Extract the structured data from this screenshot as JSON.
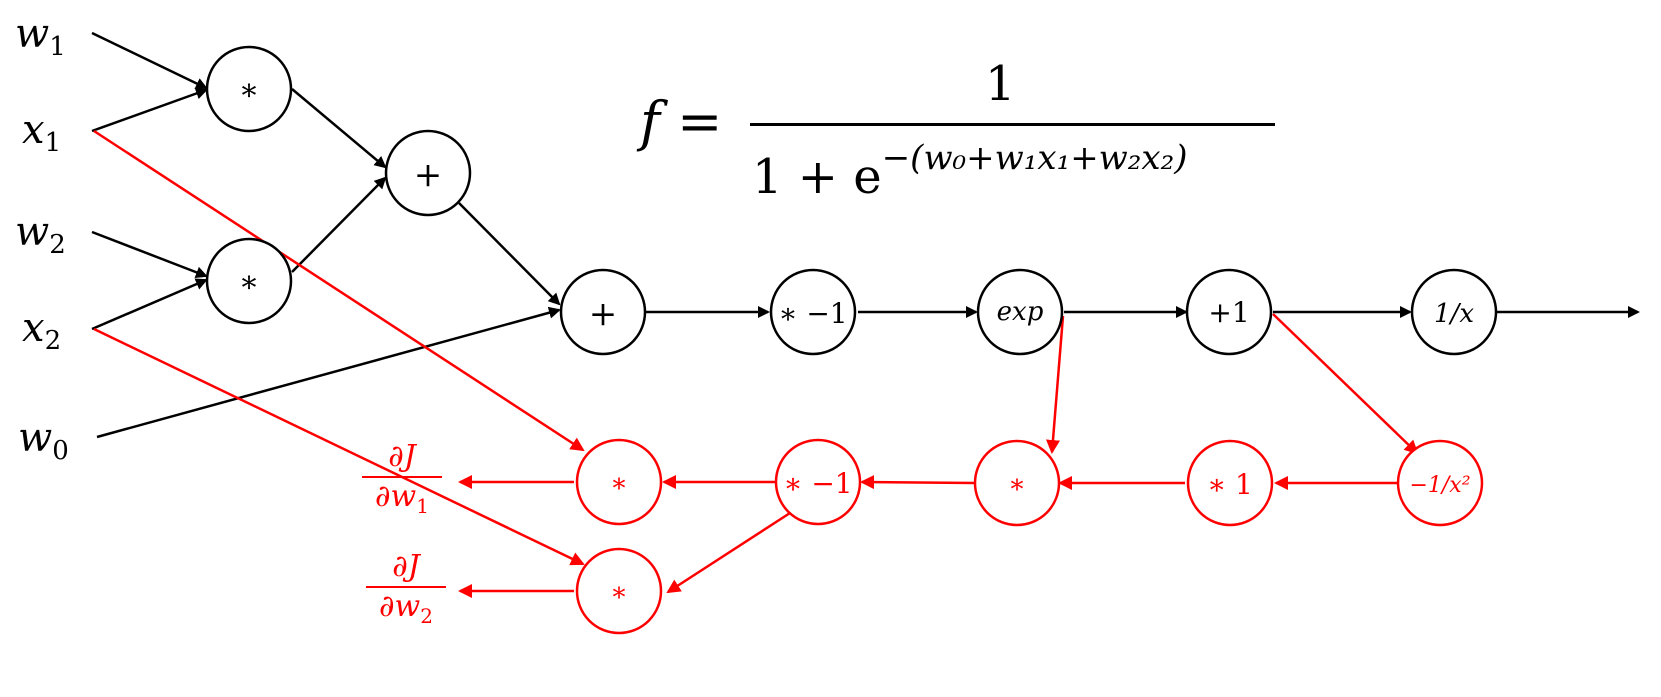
{
  "inputs": {
    "w1": {
      "var": "w",
      "sub": "1"
    },
    "x1": {
      "var": "x",
      "sub": "1"
    },
    "w2": {
      "var": "w",
      "sub": "2"
    },
    "x2": {
      "var": "x",
      "sub": "2"
    },
    "w0": {
      "var": "w",
      "sub": "0"
    }
  },
  "formula": {
    "lhs": "f",
    "equals": "=",
    "numerator": "1",
    "denominator_base": "1 + e",
    "exponent": "−(w₀+w₁x₁+w₂x₂)"
  },
  "forward_nodes": {
    "mul1": "*",
    "mul2": "*",
    "add1": "+",
    "add2": "+",
    "neg": "∗ −1",
    "exp": "exp",
    "plus1": "+1",
    "recip": "1/x"
  },
  "backward_nodes": {
    "inv_sq": "−1/x²",
    "times1": "∗ 1",
    "mul_b": "*",
    "neg_b": "∗ −1",
    "mul_w1": "*",
    "mul_w2": "*"
  },
  "gradients": {
    "dw1": {
      "num": "∂J",
      "den": "∂w",
      "sub": "1"
    },
    "dw2": {
      "num": "∂J",
      "den": "∂w",
      "sub": "2"
    }
  },
  "colors": {
    "forward": "#000000",
    "backward": "#ff0000",
    "background": "#ffffff"
  }
}
